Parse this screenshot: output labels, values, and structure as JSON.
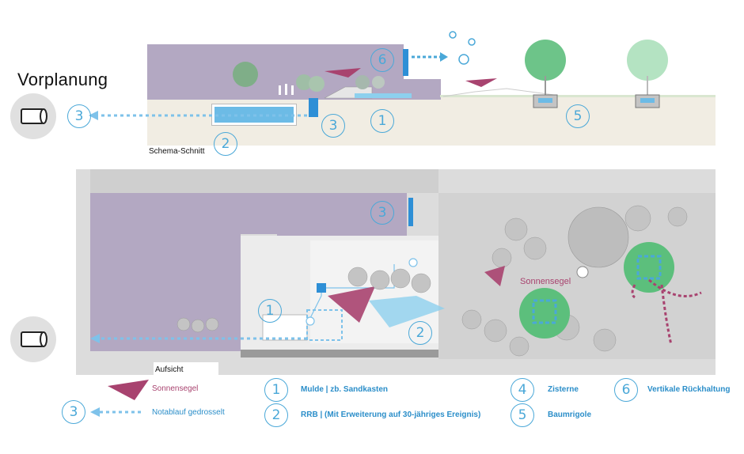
{
  "title": "Vorplanung",
  "section_label": "Schema-Schnitt",
  "plan_label": "Aufsicht",
  "sail_label_plan": "Sonnensegel",
  "markers": {
    "m1": "1",
    "m2": "2",
    "m3": "3",
    "m4": "4",
    "m5": "5",
    "m6": "6"
  },
  "legend": {
    "sail": "Sonnensegel",
    "emergency": "Notablauf gedrosselt",
    "item1": "Mulde | zb. Sandkasten",
    "item2": "RRB  | (Mit Erweiterung auf 30-jähriges Ereignis)",
    "item4": "Zisterne",
    "item5": "Baumrigole",
    "item6": "Vertikale Rückhaltung"
  },
  "colors": {
    "water_blue": "#4aa8d8",
    "sail_magenta": "#a8436f",
    "building_purple": "#b3a8c2",
    "tree_green": "#5cbf7c"
  }
}
